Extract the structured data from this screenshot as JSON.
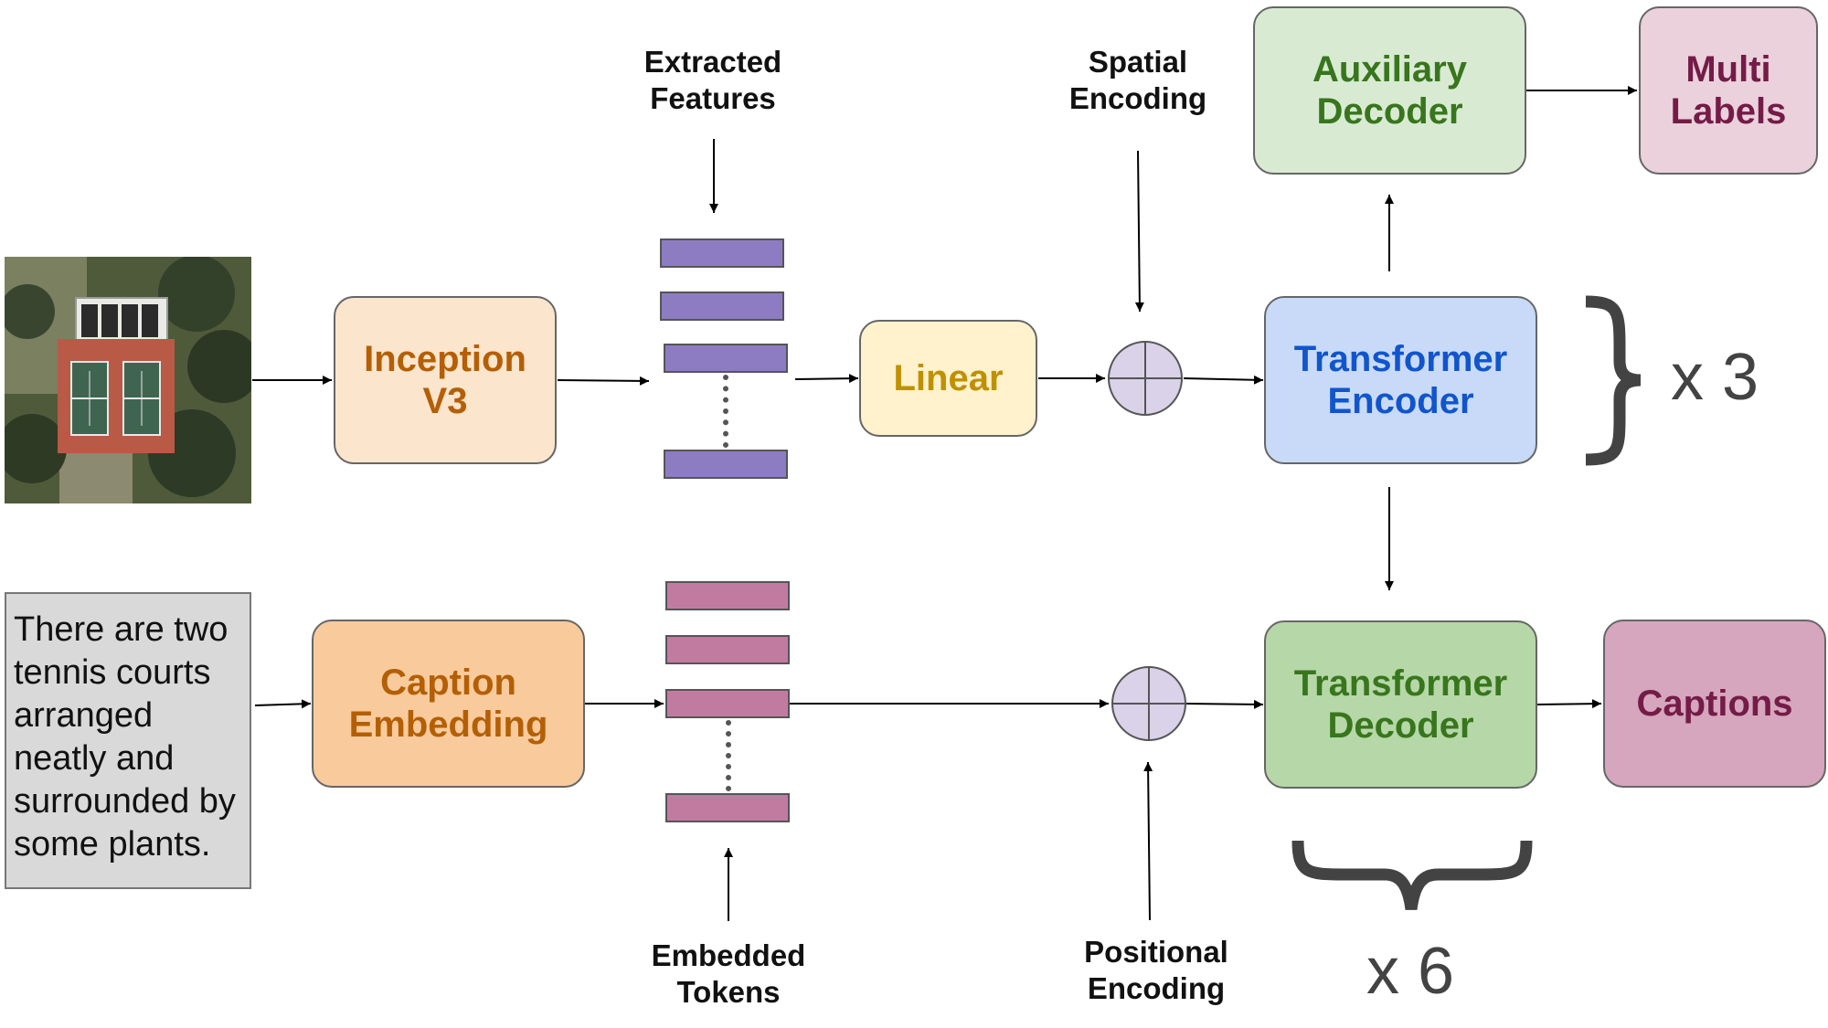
{
  "input_image_caption": "There are two tennis courts arranged neatly and surrounded by some plants.",
  "boxes": {
    "inception": "Inception\nV3",
    "caption_embedding": "Caption\nEmbedding",
    "linear": "Linear",
    "transformer_encoder": "Transformer\nEncoder",
    "auxiliary_decoder": "Auxiliary\nDecoder",
    "multi_labels": "Multi\nLabels",
    "transformer_decoder": "Transformer\nDecoder",
    "captions": "Captions"
  },
  "labels": {
    "extracted_features": "Extracted\nFeatures",
    "embedded_tokens": "Embedded\nTokens",
    "spatial_encoding": "Spatial\nEncoding",
    "positional_encoding": "Positional\nEncoding"
  },
  "multipliers": {
    "encoder": "x 3",
    "decoder": "x 6"
  },
  "colors": {
    "inception_fill": "#fce5cd",
    "inception_text": "#b45f06",
    "caption_embedding_fill": "#f9cb9c",
    "caption_embedding_text": "#b45f06",
    "linear_fill": "#fff2cc",
    "linear_text": "#bf9000",
    "encoder_fill": "#c9daf8",
    "encoder_text": "#1155cc",
    "aux_decoder_fill": "#d9ead3",
    "aux_decoder_text": "#38761d",
    "multi_labels_fill": "#ead1dc",
    "multi_labels_text": "#741b47",
    "decoder_fill": "#b6d7a8",
    "decoder_text": "#38761d",
    "captions_fill": "#d5a6bd",
    "captions_text": "#741b47",
    "feature_bar": "#8e7cc3",
    "token_bar": "#c27ba0",
    "adder_fill": "#d9d2e9"
  }
}
